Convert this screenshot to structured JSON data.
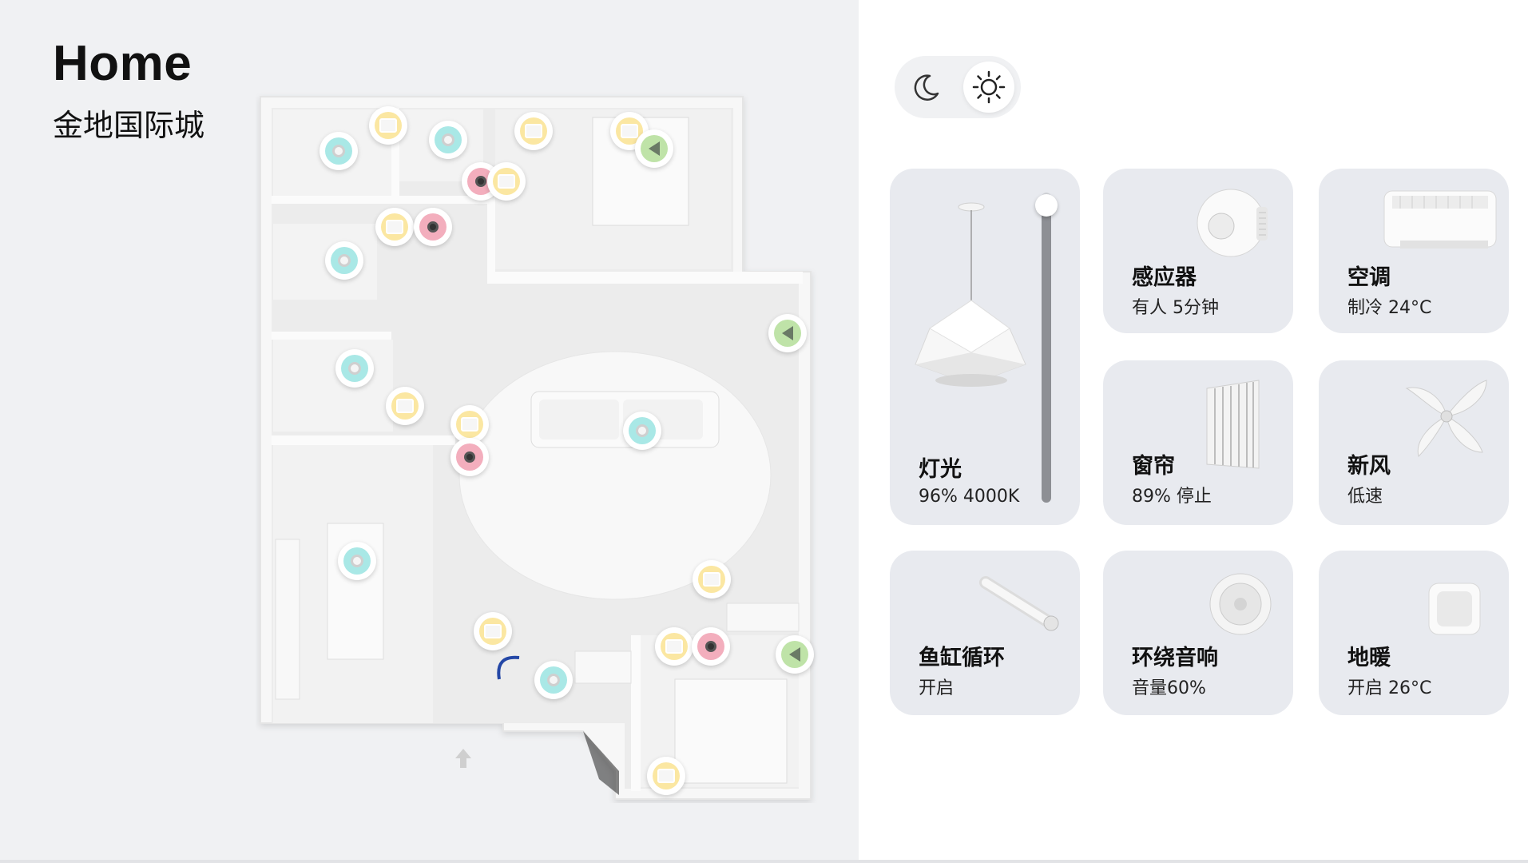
{
  "home": {
    "title": "Home",
    "location": "金地国际城"
  },
  "mode_toggle": {
    "options": [
      "moon-icon",
      "sun-icon"
    ],
    "selected": "sun"
  },
  "devices": {
    "light": {
      "name": "灯光",
      "status": "96%   4000K",
      "brightness_pct": 96
    },
    "sensor": {
      "name": "感应器",
      "status": "有人  5分钟"
    },
    "ac": {
      "name": "空调",
      "status": "制冷  24°C"
    },
    "curtain": {
      "name": "窗帘",
      "status": "89% 停止"
    },
    "fresh_air": {
      "name": "新风",
      "status": "低速"
    },
    "aquarium": {
      "name": "鱼缸循环",
      "status": "开启"
    },
    "surround_audio": {
      "name": "环绕音响",
      "status": "音量60%"
    },
    "floor_heating": {
      "name": "地暖",
      "status": "开启 26°C"
    }
  },
  "colors": {
    "light_marker": "#fbe7a2",
    "sensor_marker": "#a9e8e6",
    "camera_marker": "#f3aebd",
    "curtain_marker": "#bfe3a8",
    "card_bg": "#e8eaef"
  }
}
